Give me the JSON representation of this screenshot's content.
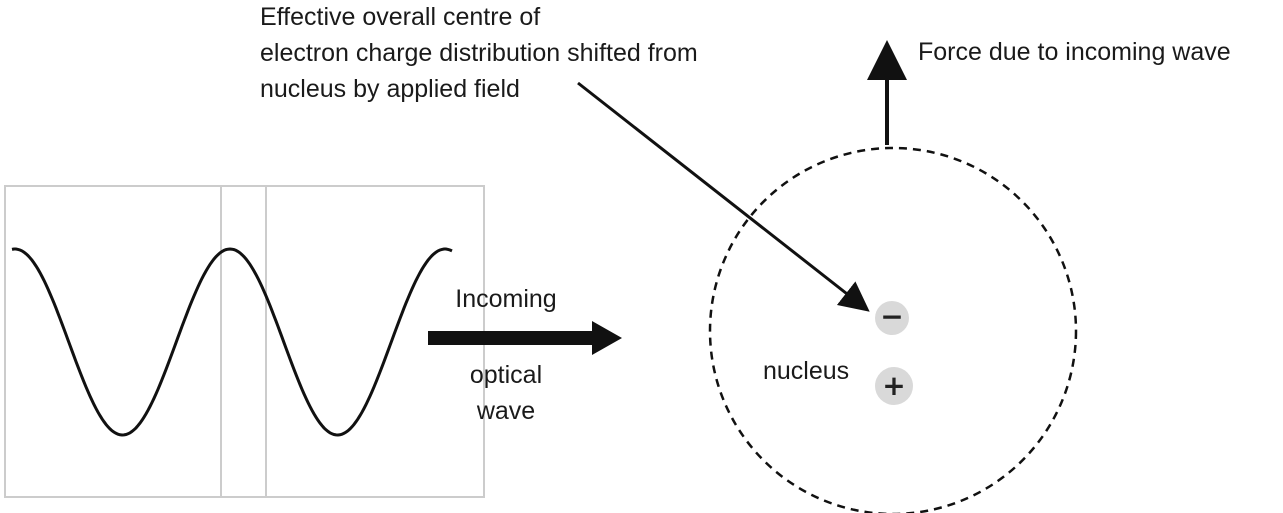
{
  "annotations": {
    "electron_center_line1": "Effective overall centre of",
    "electron_center_line2": "electron charge distribution shifted from",
    "electron_center_line3": "nucleus by applied field",
    "force_label": "Force due to incoming wave",
    "incoming_label": "Incoming",
    "optical_label": "optical",
    "wave_label": "wave",
    "nucleus_label": "nucleus"
  },
  "symbols": {
    "negative": "−",
    "positive": "+"
  },
  "colors": {
    "stroke": "#111111",
    "box_border": "#cccccc",
    "charge_fill": "#d9d9d9"
  }
}
